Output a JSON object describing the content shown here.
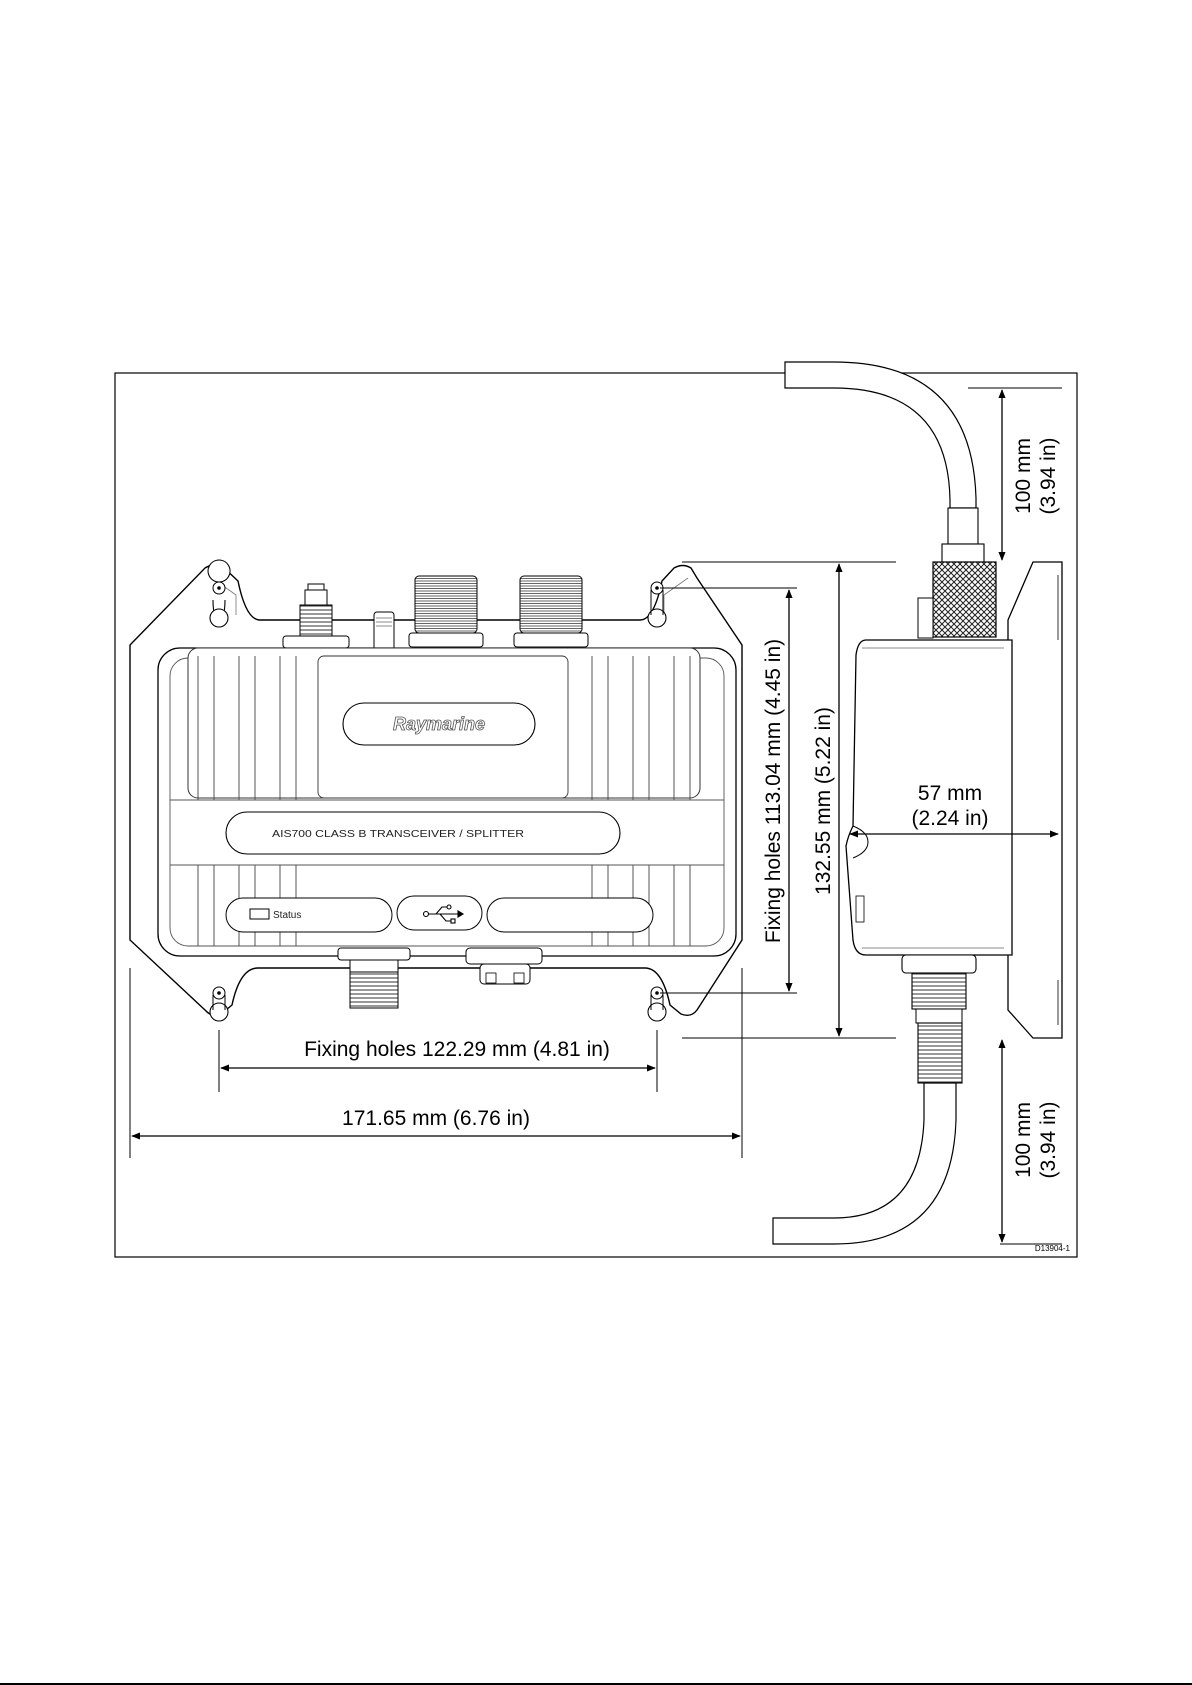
{
  "drawing_id": "D13904-1",
  "device": {
    "brand_logo": "Raymarine",
    "model_label": "AIS700 CLASS B TRANSCEIVER / SPLITTER",
    "status_label": "Status",
    "usb_symbol": "usb-icon"
  },
  "dimensions": {
    "width_overall": "171.65 mm (6.76 in)",
    "fixing_holes_horizontal": "Fixing holes 122.29 mm (4.81 in)",
    "fixing_holes_vertical": "Fixing holes 113.04 mm (4.45 in)",
    "height_overall": "132.55 mm (5.22 in)",
    "depth_line1": "57 mm",
    "depth_line2": "(2.24 in)",
    "cable_clearance_top_line1": "100 mm",
    "cable_clearance_top_line2": "(3.94 in)",
    "cable_clearance_bottom_line1": "100 mm",
    "cable_clearance_bottom_line2": "(3.94 in)"
  }
}
